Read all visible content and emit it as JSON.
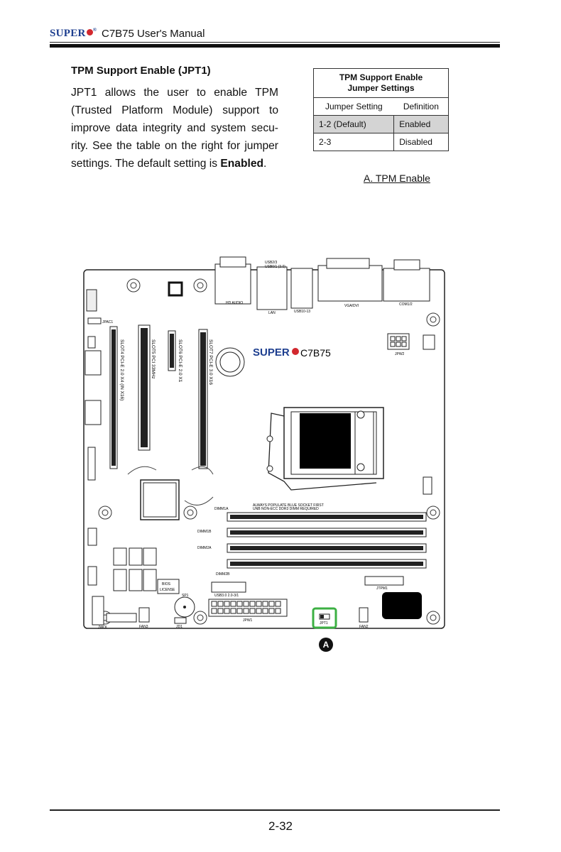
{
  "header": {
    "brand": "SUPER",
    "brand_mark": "®",
    "manual_title": "C7B75 User's Manual"
  },
  "section": {
    "title": "TPM Support Enable (JPT1)",
    "body_pre": "JPT1 allows the user to enable TPM (Trusted Platform Module) support to improve data integrity and system secu-rity. See the table on the right for jumper settings. The default setting is ",
    "body_bold": "Enabled",
    "body_post": "."
  },
  "table": {
    "caption_line1": "TPM Support Enable",
    "caption_line2": "Jumper Settings",
    "col_setting": "Jumper Setting",
    "col_definition": "Definition",
    "rows": [
      {
        "setting": "1-2 (Default)",
        "definition": "Enabled"
      },
      {
        "setting": "2-3",
        "definition": "Disabled"
      }
    ]
  },
  "legend": {
    "a": "A. TPM Enable"
  },
  "board": {
    "brand": "SUPER",
    "model": "C7B75",
    "labels": {
      "usb_top": "USB2/3",
      "usb_top2": "USB0/1 (3.0)",
      "hd_audio": "HD AUDIO",
      "lan": "LAN",
      "usb1013": "USB10-13",
      "vga_dvi": "VGA/DVI",
      "com12": "COM1/2",
      "jpac1": "JPAC1",
      "jpw2": "JPW2",
      "slot4": "SLOT4 PCI-E 2.0 X4 (IN X16)",
      "slot5": "SLOT5 PCI 33MHz",
      "slot6": "SLOT6 PCI-E 2.0 X1",
      "slot7": "SLOT7 PCI-E 3.0 X16",
      "dimm1a": "DIMM1A",
      "dimm1b": "DIMM1B",
      "dimm2a": "DIMM2A",
      "dimm2b": "DIMM2B",
      "populate1": "ALWAYS POPULATE BLUE SOCKET FIRST",
      "populate2": "UNB NON-ECC DDR3 DIMM REQUIRED",
      "bios": "BIOS",
      "license": "LICENSE",
      "sp1": "SP1",
      "jpw1": "JPW1",
      "jpt1": "JPT1",
      "fan2": "FAN2",
      "fan3": "FAN3",
      "jd1": "JD1",
      "jwol": "JWOL",
      "jtpm1": "JTPM1",
      "usb_front": "USB3.0 2.0-3/1"
    }
  },
  "marker": "A",
  "footer": {
    "page": "2-32"
  },
  "colors": {
    "brand_blue": "#1d3e8f",
    "brand_red": "#d2282e",
    "highlight": "#3cb043"
  }
}
